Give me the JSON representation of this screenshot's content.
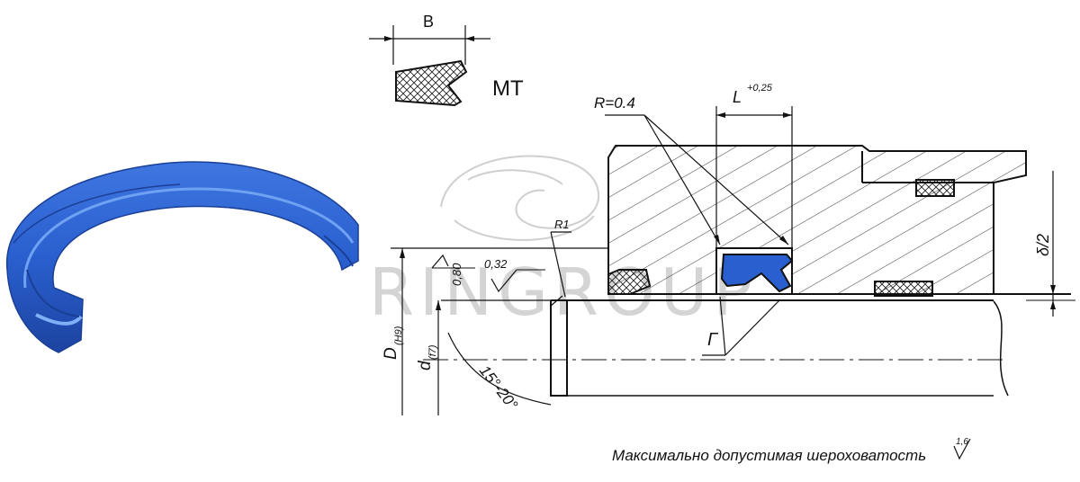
{
  "watermark": "RINGROUP",
  "profile": {
    "width_label": "B",
    "type_label": "MT"
  },
  "dimensions": {
    "radius_note": "R=0.4",
    "length": "L",
    "length_tolerance": "+0,25",
    "delta_half": "δ/2",
    "corner_radius": "R1",
    "roughness_1": "0,32",
    "roughness_2": "0,80",
    "chamfer_angle": "15°-20°",
    "gamma": "Г",
    "bore_symbol": "D",
    "bore_fit": "(H9)",
    "rod_symbol": "d",
    "rod_fit": "(f7)"
  },
  "footer": {
    "note": "Максимально допустимая шероховатость",
    "roughness_value": "1,6"
  },
  "colors": {
    "seal_blue": "#2a5fcf",
    "seal_dark": "#1d48a8",
    "seal_light": "#4a80e6",
    "line": "#111111",
    "hatch": "#222222",
    "watermark": "#d0d0d0"
  }
}
